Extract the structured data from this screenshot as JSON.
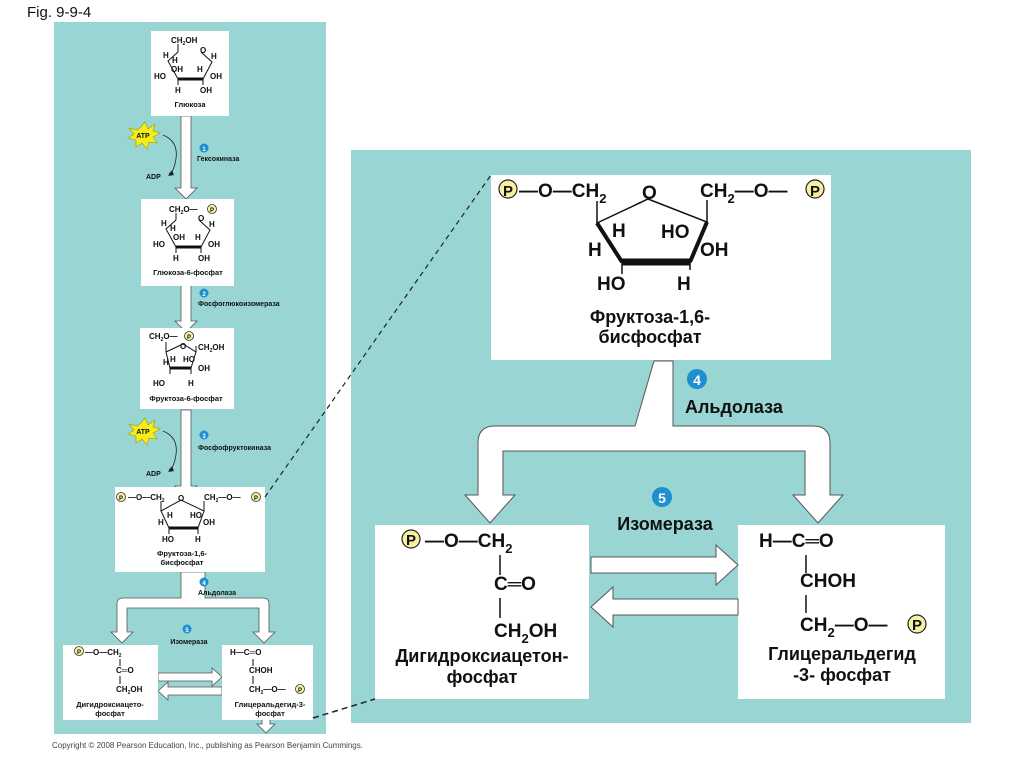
{
  "figure_label": "Fig. 9-9-4",
  "copyright": "Copyright © 2008 Pearson Education, Inc., publishing as Pearson Benjamin Cummings.",
  "colors": {
    "panel": "#99d5d3",
    "step_badge": "#1e8fcf",
    "phosphate": "#f7f0a0",
    "atp_star": "#f5ee1a"
  },
  "cofactors": {
    "atp": "ATP",
    "adp": "ADP"
  },
  "overview": {
    "glucose": {
      "name": "Глюкоза",
      "groups": [
        "CH₂OH",
        "O",
        "H",
        "H",
        "OH",
        "H",
        "HO",
        "OH",
        "H",
        "OH"
      ]
    },
    "g6p": {
      "name": "Глюкоза-6-фосфат",
      "top": "CH₂O—"
    },
    "f6p": {
      "name": "Фруктоза-6-фосфат",
      "top_left": "CH₂O—",
      "top_right": "CH₂OH"
    },
    "f16bp": {
      "name_line1": "Фруктоза-1,6-",
      "name_line2": "бисфосфат"
    },
    "dhap": {
      "name_line1": "Дигидроксиацето-",
      "name_line2": "фосфат"
    },
    "g3p": {
      "name_line1": "Глицеральдегид-3-",
      "name_line2": "фосфат"
    }
  },
  "steps": [
    {
      "number": "1",
      "enzyme": "Гексокиназа"
    },
    {
      "number": "2",
      "enzyme": "Фосфоглюкоизомераза"
    },
    {
      "number": "3",
      "enzyme": "Фосфофруктокиназа"
    },
    {
      "number": "4",
      "enzyme": "Альдолаза"
    },
    {
      "number": "5",
      "enzyme": "Изомераза"
    }
  ],
  "detail": {
    "f16bp": {
      "name_line1": "Фруктоза-1,6-",
      "name_line2": "бисфосфат"
    },
    "dhap": {
      "name_line1": "Дигидроксиацетон-",
      "name_line2": "фосфат",
      "row1": "O—CH₂",
      "row2": "C═O",
      "row3": "CH₂OH"
    },
    "g3p": {
      "name_line1": "Глицеральдегид",
      "name_line2": "-3- фосфат",
      "row1": "H—C═O",
      "row2": "CHOH",
      "row3": "CH₂—O—"
    },
    "atoms": {
      "p": "P",
      "o": "O",
      "h": "H",
      "ho": "HO",
      "oh": "OH",
      "ch2": "CH₂"
    }
  }
}
